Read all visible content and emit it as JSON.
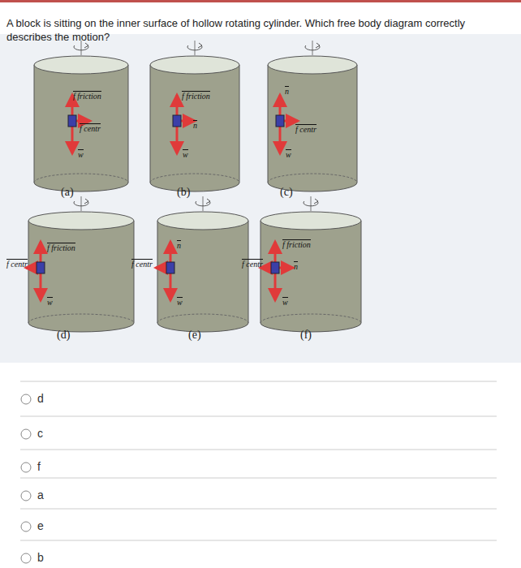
{
  "diagram": {
    "title": "A block is sitting on the inner surface of hollow rotating cylinder. Which free body diagram correctly describes the motion?",
    "nodes": [
      {
        "text": [
          "f friction",
          "f centr",
          "w",
          "(a)"
        ]
      },
      {
        "text": [
          "f friction",
          "n",
          "w",
          "(b)"
        ]
      },
      {
        "text": [
          "n",
          "f centr",
          "w",
          "(c)"
        ]
      },
      {
        "text": [
          "f centr",
          "f friction",
          "w",
          "(d)"
        ]
      },
      {
        "text": [
          "f centr",
          "n",
          "w",
          "(e)"
        ]
      },
      {
        "text": [
          "f centr",
          "f friction",
          "n",
          "w",
          "(f)"
        ]
      }
    ],
    "labels": [
      "d",
      "c",
      "f",
      "a",
      "e",
      "b"
    ]
  }
}
